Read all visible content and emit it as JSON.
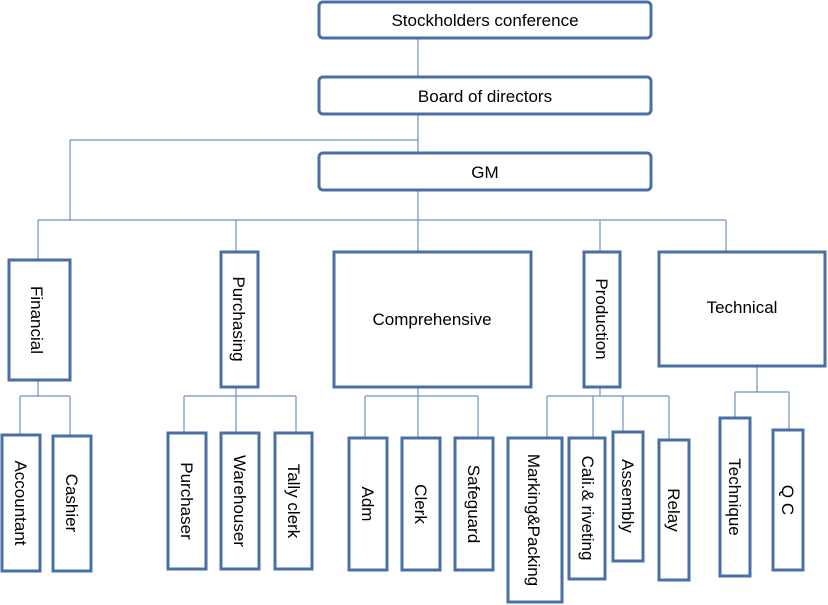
{
  "nodes": {
    "stockholders": "Stockholders conference",
    "board": "Board of directors",
    "gm": "GM",
    "financial": "Financial",
    "purchasing": "Purchasing",
    "comprehensive": "Comprehensive",
    "production": "Production",
    "technical": "Technical",
    "accountant": "Accountant",
    "cashier": "Cashier",
    "purchaser": "Purchaser",
    "warehouser": "Warehouser",
    "tally_clerk": "Tally clerk",
    "adm": "Adm",
    "clerk": "Clerk",
    "safeguard": "Safeguard",
    "marking_packing": "Marking&Packing",
    "cali_riveting": "Cali.& riveting",
    "assembly": "Assembly",
    "relay": "Relay",
    "technique": "Technique",
    "qc": "Q C"
  }
}
